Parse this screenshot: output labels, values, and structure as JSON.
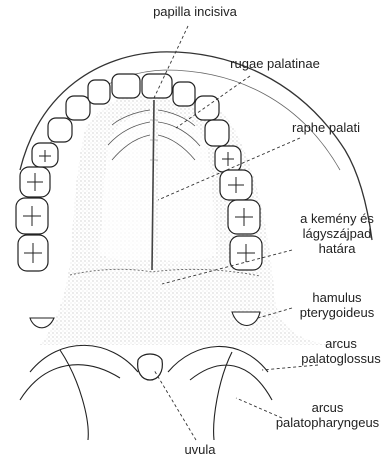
{
  "labels": {
    "papilla_incisiva": "papilla incisiva",
    "rugae_palatinae": "rugae palatinae",
    "raphe_palati": "raphe palati",
    "hard_soft_border_1": "a kemény és",
    "hard_soft_border_2": "lágyszájpad",
    "hard_soft_border_3": "határa",
    "hamulus_1": "hamulus",
    "hamulus_2": "pterygoideus",
    "arcus_pg_1": "arcus",
    "arcus_pg_2": "palatoglossus",
    "arcus_pp_1": "arcus",
    "arcus_pp_2": "palatopharyngeus",
    "uvula": "uvula"
  }
}
